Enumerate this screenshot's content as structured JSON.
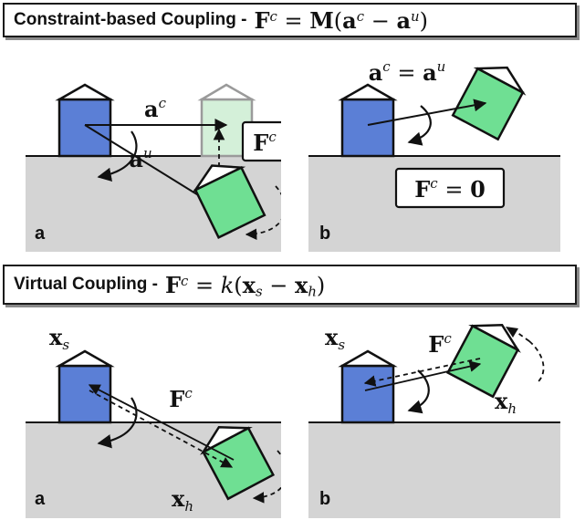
{
  "sections": [
    {
      "title": "Constraint-based Coupling - ",
      "equation": {
        "parts": [
          {
            "t": "F",
            "b": true
          },
          {
            "t": "c",
            "sup": true
          },
          {
            "t": " = "
          },
          {
            "t": "M",
            "b": true
          },
          {
            "t": "("
          },
          {
            "t": "a",
            "b": true
          },
          {
            "t": "c",
            "sup": true
          },
          {
            "t": " − "
          },
          {
            "t": "a",
            "b": true
          },
          {
            "t": "u",
            "sup": true
          },
          {
            "t": ")"
          }
        ]
      },
      "panels": [
        {
          "panel_label": "a",
          "labels": [
            "a^c",
            "a^u",
            "F^c"
          ]
        },
        {
          "panel_label": "b",
          "labels": [
            "a^c = a^u",
            "F^c = 0"
          ]
        }
      ]
    },
    {
      "title": "Virtual Coupling - ",
      "equation": {
        "parts": [
          {
            "t": "F",
            "b": true
          },
          {
            "t": "c",
            "sup": true
          },
          {
            "t": " = "
          },
          {
            "t": "k",
            "i": true
          },
          {
            "t": "("
          },
          {
            "t": "x",
            "b": true
          },
          {
            "t": "s",
            "sub": true
          },
          {
            "t": " − "
          },
          {
            "t": "x",
            "b": true
          },
          {
            "t": "h",
            "sub": true
          },
          {
            "t": ")"
          }
        ]
      },
      "panels": [
        {
          "panel_label": "a",
          "labels": [
            "x_s",
            "F^c",
            "x_h"
          ]
        },
        {
          "panel_label": "b",
          "labels": [
            "x_s",
            "F^c",
            "x_h"
          ]
        }
      ]
    }
  ],
  "colors": {
    "blue_block": "#5b7fd6",
    "green_block": "#6fdf93",
    "ghost_block": "#d4f0d9",
    "ghost_border": "#9a9a9a",
    "ground": "#d4d4d4",
    "ink": "#111111"
  }
}
